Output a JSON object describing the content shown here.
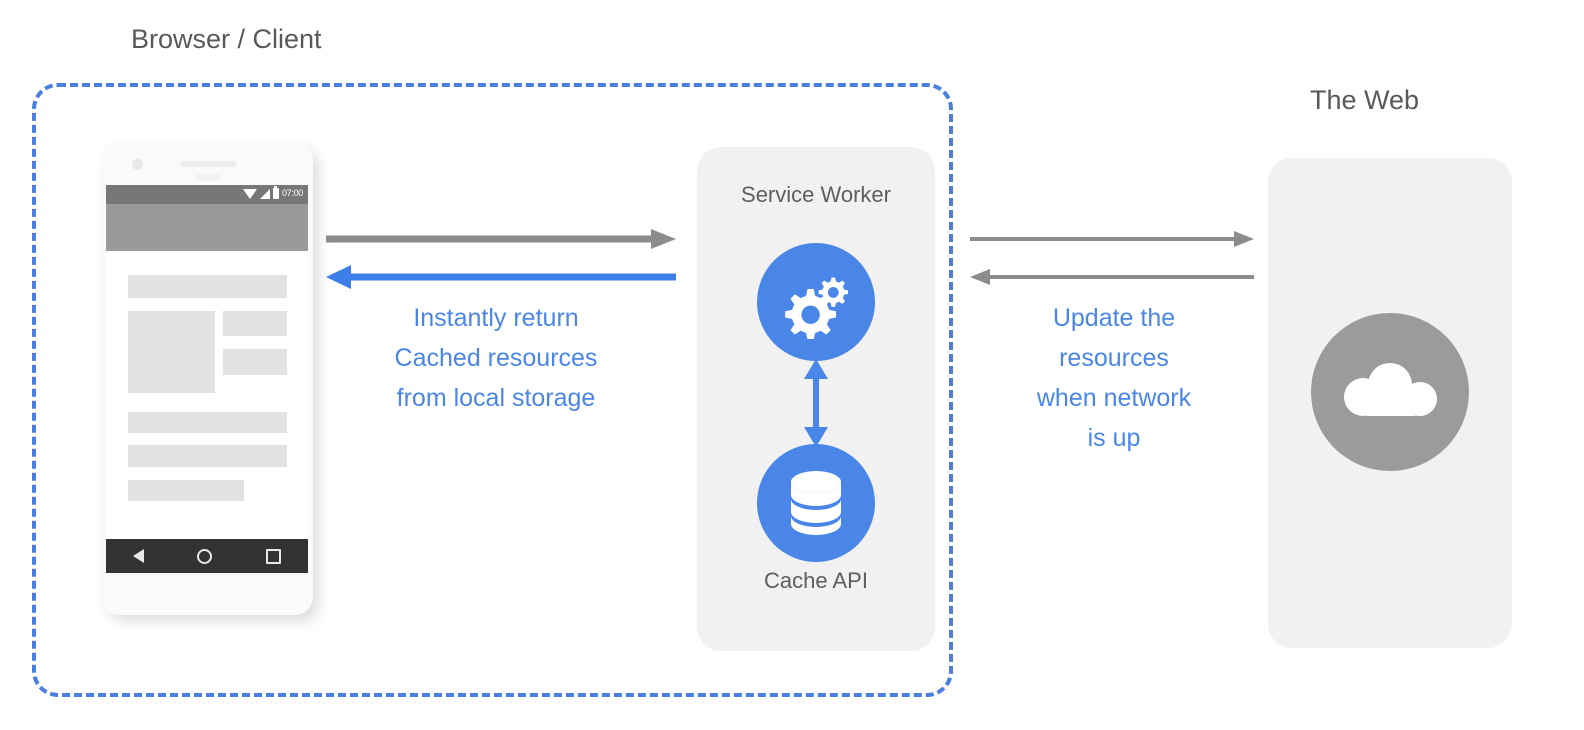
{
  "diagram": {
    "title_browser": "Browser / Client",
    "title_web": "The Web",
    "service_worker": {
      "label": "Service Worker",
      "icon": "gears-icon",
      "cache_label": "Cache API",
      "cache_icon": "database-icon",
      "link_icon": "vertical-double-arrow-icon"
    },
    "web": {
      "icon": "cloud-icon"
    },
    "phone": {
      "status_time": "07:00",
      "status_icons": [
        "wifi-icon",
        "signal-icon",
        "battery-icon"
      ],
      "nav_icons": [
        "back-icon",
        "home-icon",
        "recents-icon"
      ]
    },
    "captions": {
      "left": "Instantly return\nCached resources\nfrom local storage",
      "right": "Update the\nresources\nwhen network\nis up"
    },
    "arrows": {
      "client_to_sw": "request-arrow-right",
      "sw_to_client": "cached-response-arrow-left",
      "sw_to_web": "network-arrow-right",
      "web_to_sw": "network-arrow-left"
    },
    "colors": {
      "accent_blue": "#4a86e8",
      "boundary_blue": "#4a7fe0",
      "gray_arrow": "#8c8c8c",
      "card_gray": "#f1f1f1",
      "cloud_gray": "#9b9b9b",
      "title_gray": "#595959"
    }
  }
}
